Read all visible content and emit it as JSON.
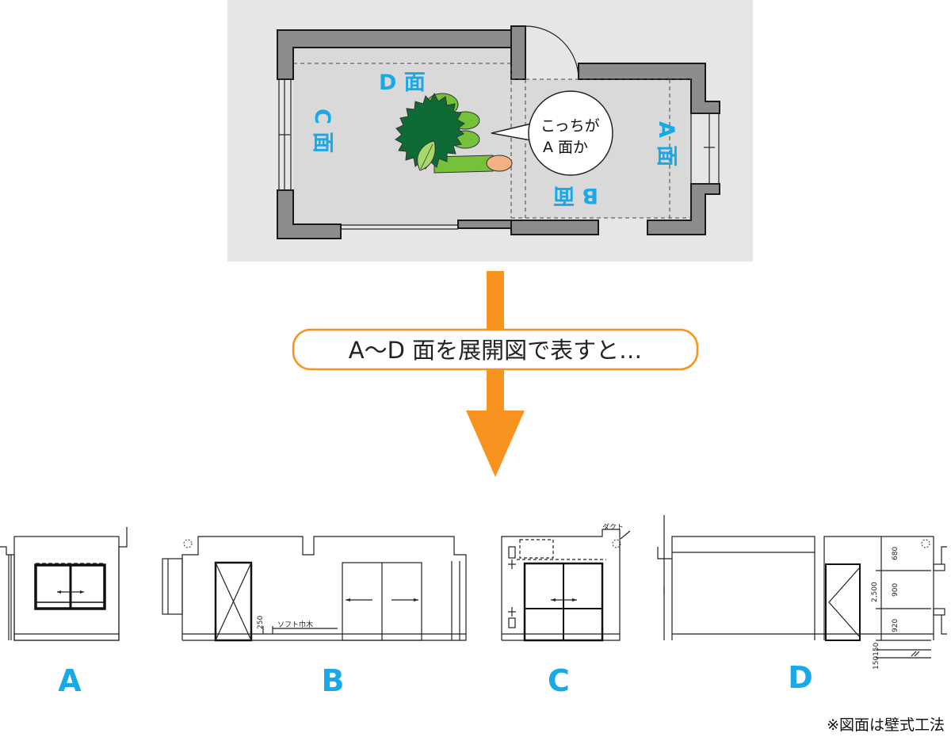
{
  "plan": {
    "face_d": "D 面",
    "face_c": "C 面",
    "face_a": "A 面",
    "face_b": "B 面",
    "bubble_line1": "こっちが",
    "bubble_line2": "A 面か"
  },
  "caption": "A～D 面を展開図で表すと…",
  "elevations": {
    "label_a": "A",
    "label_b": "B",
    "label_c": "C",
    "label_d": "D",
    "soft_baseboard": "ソフト巾木",
    "baseboard_height": "250",
    "duct": "ダクト",
    "dim_680": "680",
    "dim_900": "900",
    "dim_920": "920",
    "dim_2500": "2,500",
    "dim_150_90": "150150"
  },
  "note": "※図面は壁式工法",
  "colors": {
    "accent_blue": "#19a9e6",
    "arrow_orange": "#f7931e",
    "panel_gray": "#e6e6e6",
    "wall_gray": "#8c8c8c",
    "plant_green": "#0f6b35",
    "leaf_green": "#76c13a"
  }
}
